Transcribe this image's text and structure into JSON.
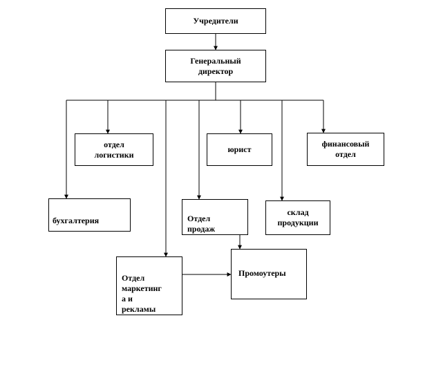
{
  "org_chart": {
    "founders": "Учредители",
    "general_director": "Генеральный\nдиректор",
    "logistics_department": "отдел\nлогистики",
    "lawyer": "юрист",
    "finance_department": "финансовый\nотдел",
    "accounting": "бухгалтерия",
    "sales_department": "Отдел\nпродаж",
    "product_warehouse": "склад\nпродукции",
    "marketing_department": "Отдел\nмаркетинг\nа и\nрекламы",
    "promoters": "Промоутеры"
  },
  "colors": {
    "box_border": "#000000",
    "connector": "#000000",
    "background": "#ffffff"
  }
}
